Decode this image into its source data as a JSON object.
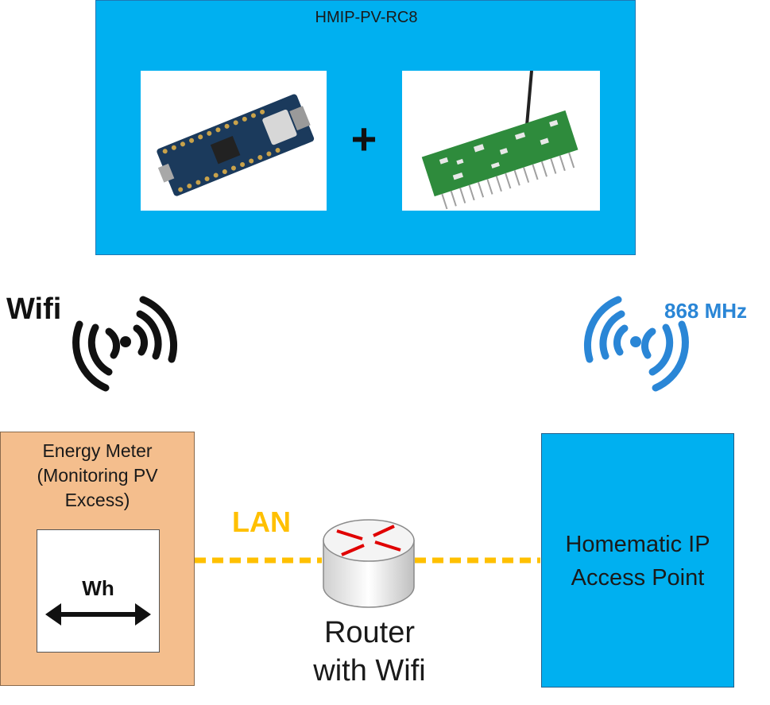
{
  "device": {
    "title": "HMIP-PV-RC8",
    "plus": "+",
    "photo_left_icon": "arduino-board-photo",
    "photo_right_icon": "radio-module-photo"
  },
  "wifi": {
    "label": "Wifi",
    "icon": "wifi-signal-icon",
    "color": "#111111"
  },
  "rf": {
    "label": "868 MHz",
    "icon": "radio-signal-icon",
    "color": "#2a86d6"
  },
  "energy_meter": {
    "title_lines": [
      "Energy Meter",
      "(Monitoring PV",
      "Excess)"
    ],
    "inner_label": "Wh",
    "arrow_icon": "double-arrow-icon",
    "color": "#f4be8d"
  },
  "lan": {
    "label": "LAN",
    "color": "#ffc000"
  },
  "router": {
    "label_lines": [
      "Router",
      "with Wifi"
    ],
    "icon": "router-icon"
  },
  "access_point": {
    "title_lines": [
      "Homematic IP",
      "Access Point"
    ],
    "color": "#00b0f0"
  }
}
